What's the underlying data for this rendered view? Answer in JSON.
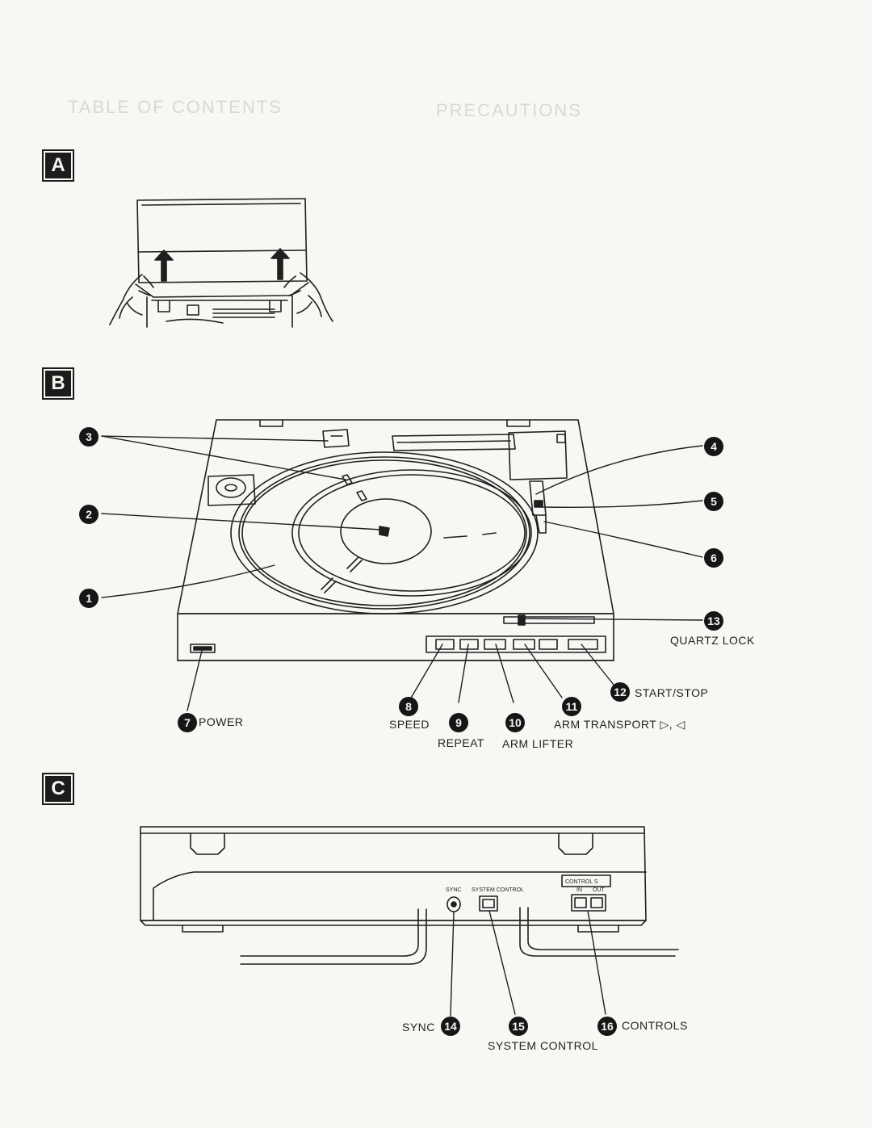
{
  "sections": [
    {
      "id": "A",
      "label": "A"
    },
    {
      "id": "B",
      "label": "B"
    },
    {
      "id": "C",
      "label": "C"
    }
  ],
  "background_headings": [
    "TABLE OF CONTENTS",
    "PRECAUTIONS"
  ],
  "callouts": [
    {
      "n": "1"
    },
    {
      "n": "2"
    },
    {
      "n": "3"
    },
    {
      "n": "4"
    },
    {
      "n": "5"
    },
    {
      "n": "6"
    },
    {
      "n": "7",
      "label": "POWER"
    },
    {
      "n": "8",
      "label": "SPEED"
    },
    {
      "n": "9",
      "label": "REPEAT"
    },
    {
      "n": "10",
      "label": "ARM LIFTER"
    },
    {
      "n": "11",
      "label": "ARM TRANSPORT ▷, ◁"
    },
    {
      "n": "12",
      "label": "START/STOP"
    },
    {
      "n": "13",
      "label": "QUARTZ LOCK"
    },
    {
      "n": "14",
      "label": "SYNC"
    },
    {
      "n": "15",
      "label": "SYSTEM CONTROL"
    },
    {
      "n": "16",
      "label": "CONTROLS"
    }
  ],
  "rear_panel": {
    "sync": "SYNC",
    "system_control": "SYSTEM CONTROL",
    "control_s": "CONTROL S",
    "in": "IN",
    "out": "OUT"
  },
  "colors": {
    "ink": "#1c1c1c",
    "paper": "#f7f7f4",
    "ghost": "#d9d9d3"
  }
}
